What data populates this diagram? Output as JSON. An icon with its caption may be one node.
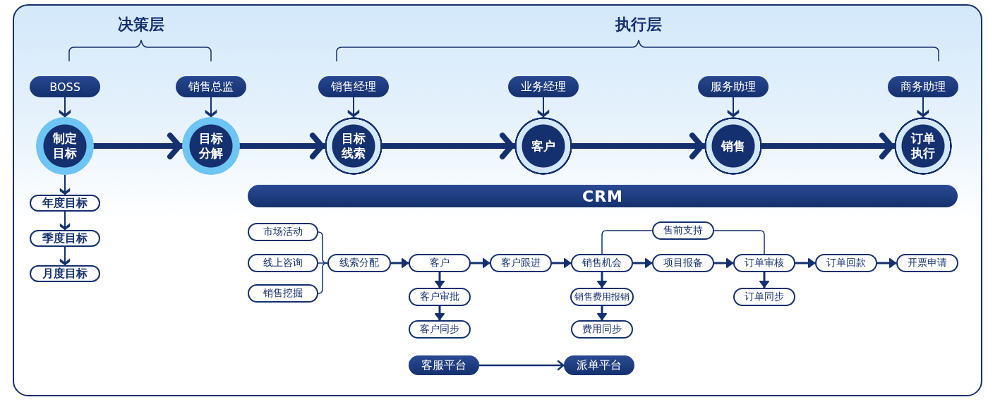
{
  "diagram": {
    "nodes": [
      {
        "text": [
          "BOSS"
        ]
      },
      {
        "text": [
          "销售总监"
        ]
      },
      {
        "text": [
          "销售经理"
        ]
      },
      {
        "text": [
          "业务经理"
        ]
      },
      {
        "text": [
          "服务助理"
        ]
      },
      {
        "text": [
          "商务助理"
        ]
      },
      {
        "text": [
          "制定目标"
        ]
      },
      {
        "text": [
          "目标分解"
        ]
      },
      {
        "text": [
          "目标线索"
        ]
      },
      {
        "text": [
          "客户"
        ]
      },
      {
        "text": [
          "销售"
        ]
      },
      {
        "text": [
          "订单执行"
        ]
      },
      {
        "text": [
          "年度目标"
        ]
      },
      {
        "text": [
          "季度目标"
        ]
      },
      {
        "text": [
          "月度目标"
        ]
      },
      {
        "text": [
          "CRM"
        ]
      },
      {
        "text": [
          "市场活动"
        ]
      },
      {
        "text": [
          "线上咨询"
        ]
      },
      {
        "text": [
          "销售挖掘"
        ]
      },
      {
        "text": [
          "线索分配"
        ]
      },
      {
        "text": [
          "客户"
        ]
      },
      {
        "text": [
          "客户审批"
        ]
      },
      {
        "text": [
          "客户同步"
        ]
      },
      {
        "text": [
          "客户跟进"
        ]
      },
      {
        "text": [
          "销售机会"
        ]
      },
      {
        "text": [
          "销售费用报销"
        ]
      },
      {
        "text": [
          "费用同步"
        ]
      },
      {
        "text": [
          "售前支持"
        ]
      },
      {
        "text": [
          "项目报备"
        ]
      },
      {
        "text": [
          "订单审核"
        ]
      },
      {
        "text": [
          "订单同步"
        ]
      },
      {
        "text": [
          "订单回款"
        ]
      },
      {
        "text": [
          "开票申请"
        ]
      },
      {
        "text": [
          "客服平台"
        ]
      },
      {
        "text": [
          "派单平台"
        ]
      }
    ],
    "edges": [
      {
        "from": 0,
        "to": 6,
        "arrow": "to"
      },
      {
        "from": 1,
        "to": 7,
        "arrow": "to"
      },
      {
        "from": 2,
        "to": 8,
        "arrow": "to"
      },
      {
        "from": 3,
        "to": 9,
        "arrow": "to"
      },
      {
        "from": 4,
        "to": 10,
        "arrow": "to"
      },
      {
        "from": 5,
        "to": 11,
        "arrow": "to"
      },
      {
        "from": 6,
        "to": 7,
        "arrow": "to",
        "style": "thick"
      },
      {
        "from": 7,
        "to": 8,
        "arrow": "to",
        "style": "thick"
      },
      {
        "from": 8,
        "to": 9,
        "arrow": "to",
        "style": "thick"
      },
      {
        "from": 9,
        "to": 10,
        "arrow": "to",
        "style": "thick"
      },
      {
        "from": 10,
        "to": 11,
        "arrow": "to",
        "style": "thick"
      },
      {
        "from": 6,
        "to": 12,
        "arrow": "to"
      },
      {
        "from": 12,
        "to": 13,
        "arrow": "to"
      },
      {
        "from": 13,
        "to": 14,
        "arrow": "to"
      },
      {
        "from": 16,
        "to": 19,
        "arrow": "none"
      },
      {
        "from": 17,
        "to": 19,
        "arrow": "none"
      },
      {
        "from": 18,
        "to": 19,
        "arrow": "none"
      },
      {
        "from": 19,
        "to": 20,
        "arrow": "to"
      },
      {
        "from": 20,
        "to": 23,
        "arrow": "to"
      },
      {
        "from": 23,
        "to": 24,
        "arrow": "to"
      },
      {
        "from": 24,
        "to": 28,
        "arrow": "to"
      },
      {
        "from": 28,
        "to": 29,
        "arrow": "to"
      },
      {
        "from": 29,
        "to": 31,
        "arrow": "to"
      },
      {
        "from": 31,
        "to": 32,
        "arrow": "to"
      },
      {
        "from": 20,
        "to": 21,
        "arrow": "to"
      },
      {
        "from": 21,
        "to": 22,
        "arrow": "to"
      },
      {
        "from": 24,
        "to": 25,
        "arrow": "to"
      },
      {
        "from": 25,
        "to": 26,
        "arrow": "to"
      },
      {
        "from": 29,
        "to": 30,
        "arrow": "to"
      },
      {
        "from": 24,
        "to": 27,
        "arrow": "none"
      },
      {
        "from": 27,
        "to": 29,
        "arrow": "none"
      },
      {
        "from": 33,
        "to": 34,
        "arrow": "to"
      }
    ],
    "labels": [
      "决策层",
      "执行层"
    ]
  }
}
